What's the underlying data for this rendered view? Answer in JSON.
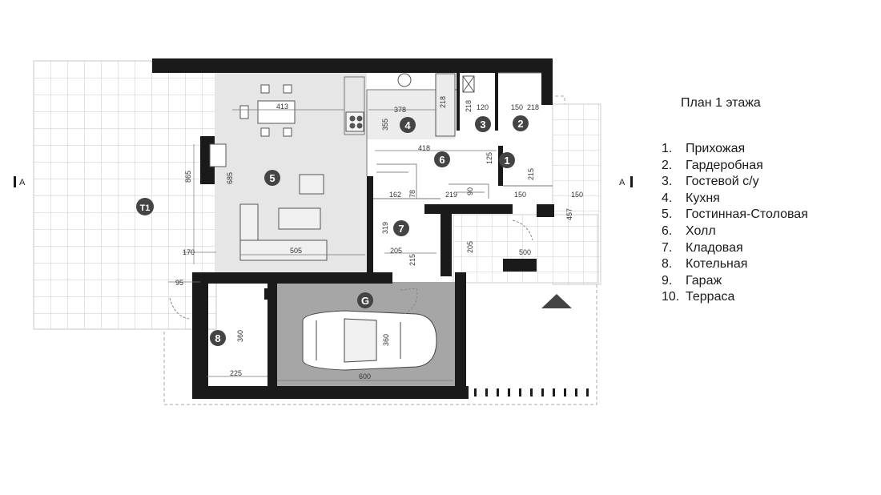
{
  "title": "План 1 этажа",
  "legend": [
    {
      "num": "1.",
      "name": "Прихожая"
    },
    {
      "num": "2.",
      "name": "Гардеробная"
    },
    {
      "num": "3.",
      "name": "Гостевой с/у"
    },
    {
      "num": "4.",
      "name": "Кухня"
    },
    {
      "num": "5.",
      "name": "Гостинная-Столовая"
    },
    {
      "num": "6.",
      "name": "Холл"
    },
    {
      "num": "7.",
      "name": "Кладовая"
    },
    {
      "num": "8.",
      "name": "Котельная"
    },
    {
      "num": "9.",
      "name": "Гараж"
    },
    {
      "num": "10.",
      "name": "Терраса"
    }
  ],
  "badges": {
    "r1": "1",
    "r2": "2",
    "r3": "3",
    "r4": "4",
    "r5": "5",
    "r6": "6",
    "r7": "7",
    "r8": "8",
    "garage": "G",
    "terrace": "T1"
  },
  "section_mark": "A",
  "dimensions": {
    "d413": "413",
    "d378": "378",
    "d218a": "218",
    "d218b": "218",
    "d120": "120",
    "d150a": "150",
    "d218c": "218",
    "d355": "355",
    "d418": "418",
    "d125": "125",
    "d215a": "215",
    "d865": "865",
    "d685": "685",
    "d162": "162",
    "d78": "78",
    "d219": "219",
    "d90": "90",
    "d150b": "150",
    "d150c": "150",
    "d319": "319",
    "d205a": "205",
    "d215b": "215",
    "d205b": "205",
    "d500": "500",
    "d457": "457",
    "d170": "170",
    "d505": "505",
    "d95": "95",
    "d360a": "360",
    "d360b": "360",
    "d225": "225",
    "d600": "600"
  },
  "colors": {
    "wall": "#1a1a1a",
    "badge": "#444444",
    "interior": "#e6e6e6",
    "garage_floor": "#a6a6a6",
    "tile_line": "#c8c8c8",
    "dim_line": "#777777"
  }
}
